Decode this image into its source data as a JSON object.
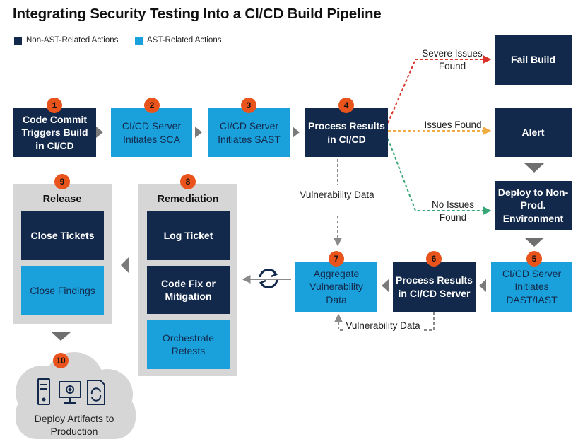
{
  "title": "Integrating Security Testing Into a CI/CD Build Pipeline",
  "legend": {
    "non_ast": "Non-AST-Related Actions",
    "ast": "AST-Related Actions"
  },
  "colors": {
    "dark": "#13294b",
    "light": "#1aa1dc",
    "badge": "#e8541c",
    "red": "#d9342b",
    "orange": "#f0ad44",
    "green": "#3aa676",
    "panel": "#d6d6d6"
  },
  "steps": {
    "s1": {
      "num": "1",
      "label": "Code Commit Triggers Build in CI/CD"
    },
    "s2": {
      "num": "2",
      "label": "CI/CD Server Initiates SCA"
    },
    "s3": {
      "num": "3",
      "label": "CI/CD Server Initiates SAST"
    },
    "s4": {
      "num": "4",
      "label": "Process Results in CI/CD"
    },
    "s5": {
      "num": "5",
      "label": "CI/CD Server Initiates DAST/IAST"
    },
    "s6": {
      "num": "6",
      "label": "Process Results in CI/CD Server"
    },
    "s7": {
      "num": "7",
      "label": "Aggregate Vulnerability Data"
    },
    "s8": {
      "num": "8",
      "title": "Remediation",
      "items": [
        "Log Ticket",
        "Code Fix or Mitigation",
        "Orchestrate Retests"
      ]
    },
    "s9": {
      "num": "9",
      "title": "Release",
      "items": [
        "Close Tickets",
        "Close Findings"
      ]
    },
    "s10": {
      "num": "10",
      "label": "Deploy Artifacts to Production"
    }
  },
  "outcomes": {
    "fail": "Fail Build",
    "alert": "Alert",
    "deploy": "Deploy to Non-Prod. Environment"
  },
  "branch_labels": {
    "severe": "Severe Issues Found",
    "issues": "Issues Found",
    "none": "No Issues Found"
  },
  "flow_labels": {
    "vuln_down": "Vulnerability Data",
    "vuln_bottom": "Vulnerability Data"
  },
  "icons": [
    "server-icon",
    "monitor-gear-icon",
    "refresh-document-icon",
    "refresh-cycle-icon"
  ]
}
